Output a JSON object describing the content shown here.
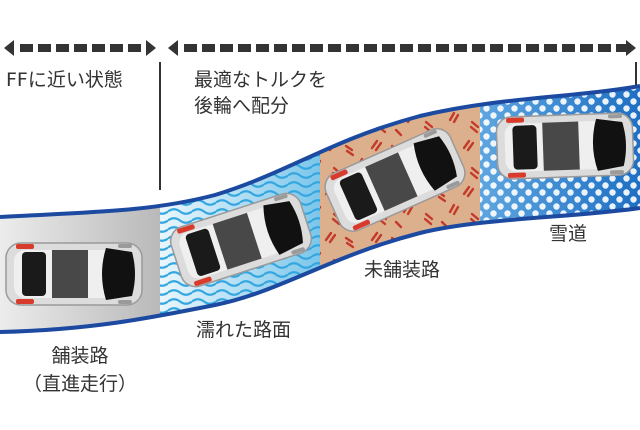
{
  "header": {
    "ff_label": "FFに近い状態",
    "optimal_line1": "最適なトルクを",
    "optimal_line2": "後輪へ配分"
  },
  "surfaces": {
    "paved_line1": "舗装路",
    "paved_line2": "（直進走行）",
    "wet": "濡れた路面",
    "unpaved": "未舗装路",
    "snow": "雪道"
  },
  "colors": {
    "road_blue": "#1c4aa0",
    "arrow": "#333333",
    "paved": "#c9c9c9",
    "wet_water": "#35a7e0",
    "dirt": "#dcb08d",
    "dirt_marks": "#c43a2a",
    "snow": "#2f86d0",
    "car_body": "#dcdcdc",
    "car_glass": "#111111",
    "tail_light": "#d83a2c"
  }
}
